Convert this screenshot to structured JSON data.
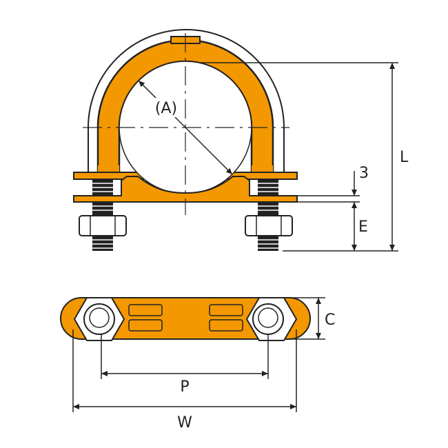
{
  "labels": {
    "diameter": "(A)",
    "thickness": "3",
    "length": "L",
    "height_e": "E",
    "width_c": "C",
    "pitch": "P",
    "width_w": "W"
  },
  "colors": {
    "band": "#F39800",
    "outline": "#222222",
    "line": "#222222",
    "background": "#ffffff"
  }
}
